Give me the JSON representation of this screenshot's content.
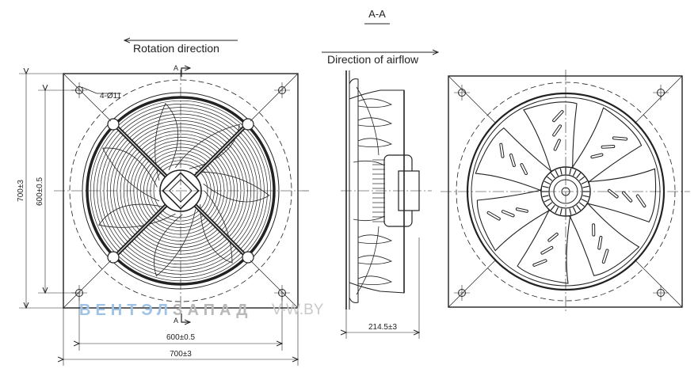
{
  "section_label": "A-A",
  "section_marker": "A",
  "rotation_label": "Rotation direction",
  "airflow_label": "Direction of airflow",
  "holes_label": "4-Ø11",
  "dimensions": {
    "outer_height": "700±3",
    "inner_height": "600±0.5",
    "inner_width": "600±0.5",
    "outer_width": "700±3",
    "side_depth": "214.5±3"
  },
  "watermark": {
    "brand_part1": "ВЕНТЭЛ",
    "brand_part2": "ЗАПАД",
    "site": "V-W.BY"
  }
}
